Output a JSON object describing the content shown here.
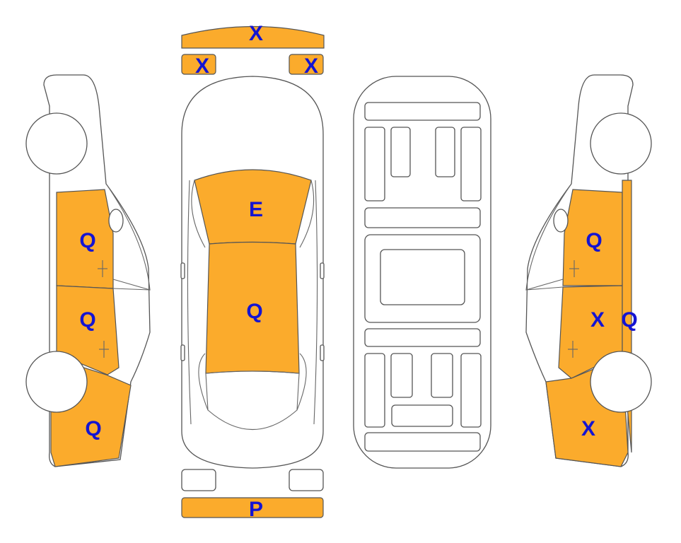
{
  "colors": {
    "damaged_fill": "#fbab2c",
    "code_text": "#1414d2",
    "outline": "#555555",
    "background": "#ffffff"
  },
  "labels": {
    "front_bumper": "X",
    "front_left_light": "X",
    "front_right_light": "X",
    "hood": "E",
    "roof": "Q",
    "rear_bumper": "P",
    "left_front_door": "Q",
    "left_rear_door": "Q",
    "left_rear_quarter": "Q",
    "right_front_door": "Q",
    "right_rear_door": "X",
    "right_rocker": "Q",
    "right_rear_quarter": "X"
  }
}
